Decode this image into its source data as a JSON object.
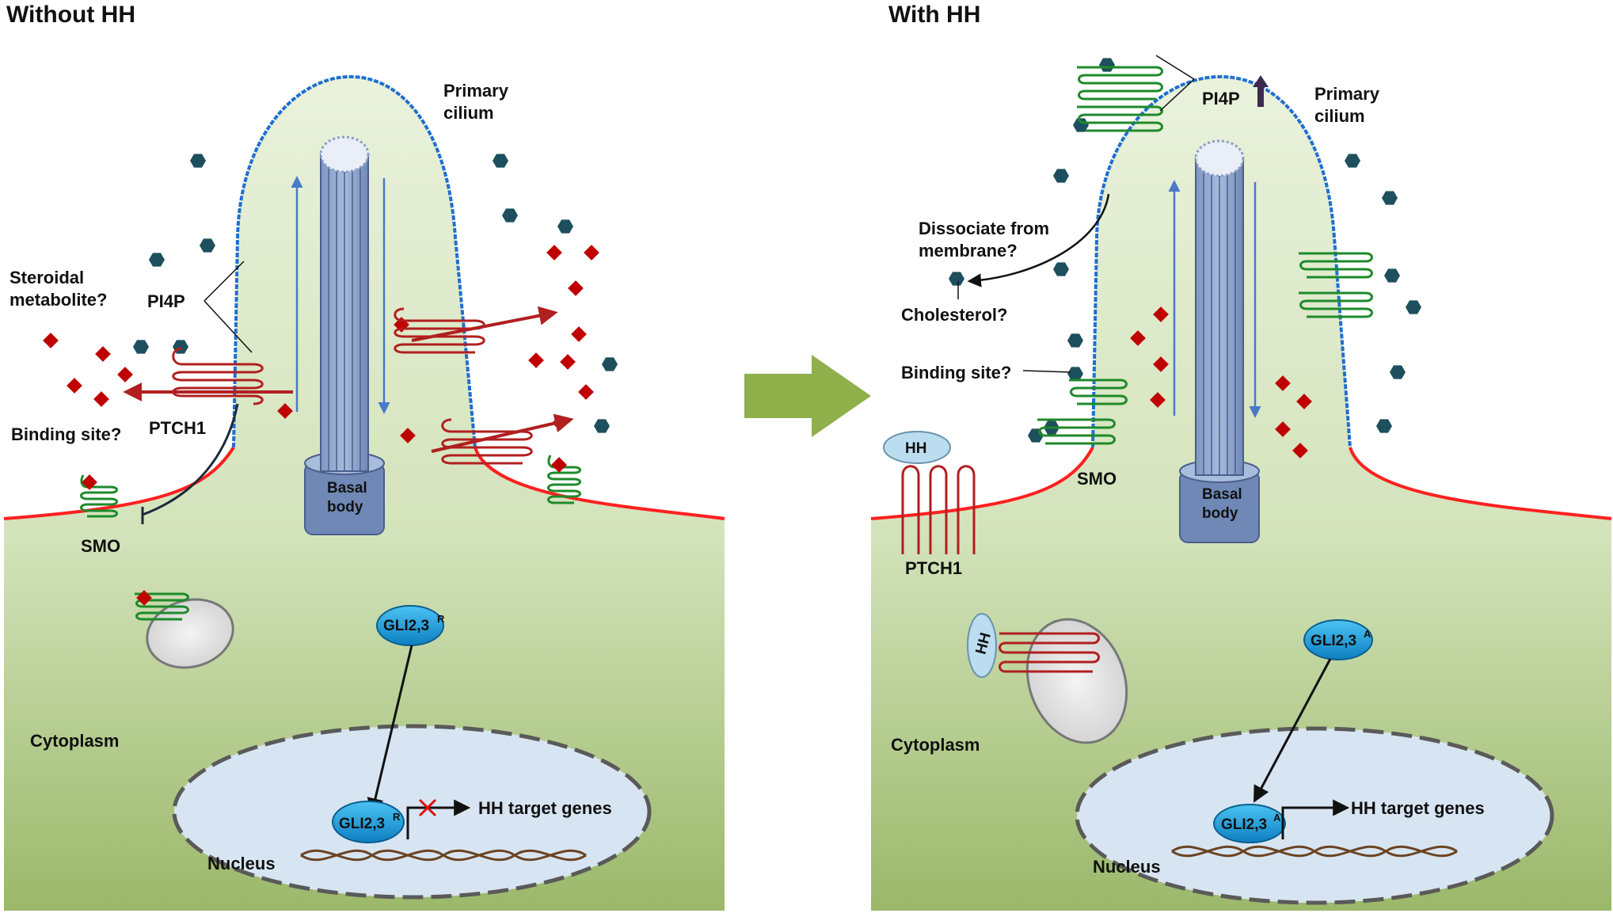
{
  "left_panel": {
    "title": "Without HH",
    "primary_cilium": [
      "Primary",
      "cilium"
    ],
    "steroidal_metabolite": [
      "Steroidal",
      "metabolite?"
    ],
    "pi4p": "PI4P",
    "ptch1": "PTCH1",
    "binding_site": "Binding site?",
    "smo": "SMO",
    "basal_body": [
      "Basal",
      "body"
    ],
    "gli_repressor": "GLI2,3",
    "gli_superscript": "R",
    "target_genes": "HH target genes",
    "cytoplasm": "Cytoplasm",
    "nucleus": "Nucleus"
  },
  "right_panel": {
    "title": "With HH",
    "primary_cilium": [
      "Primary",
      "cilium"
    ],
    "pi4p": "PI4P",
    "dissociate": [
      "Dissociate from",
      "membrane?"
    ],
    "cholesterol": "Cholesterol?",
    "binding_site": "Binding site?",
    "hh": "HH",
    "ptch1": "PTCH1",
    "smo": "SMO",
    "basal_body": [
      "Basal",
      "body"
    ],
    "gli_activator": "GLI2,3",
    "gli_superscript": "A",
    "target_genes": "HH target genes",
    "cytoplasm": "Cytoplasm",
    "nucleus": "Nucleus"
  },
  "colors": {
    "membrane_plasma": "#ff2020",
    "membrane_cilium": "#1f6fd0",
    "cytoplasm": "#e6f0d6",
    "cytoplasm_bottom": "#9bb86a",
    "nucleus": "#d7e5f2",
    "ptch1": "#b11f1f",
    "smo": "#1e8a2a",
    "cholesterol": "#1d4f5e",
    "sterol": "#c00000",
    "gli": "#1aa3e0",
    "arrow_main": "#8fb04a"
  }
}
